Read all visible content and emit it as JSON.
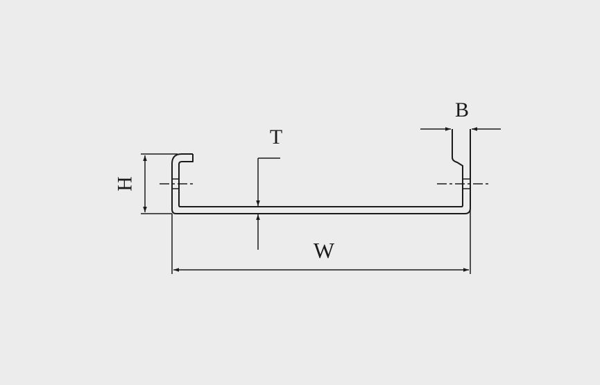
{
  "diagram": {
    "labels": {
      "height": "H",
      "thickness": "T",
      "width": "W",
      "lip": "B"
    },
    "colors": {
      "background": "#ececec",
      "line": "#1a1a1a"
    }
  }
}
